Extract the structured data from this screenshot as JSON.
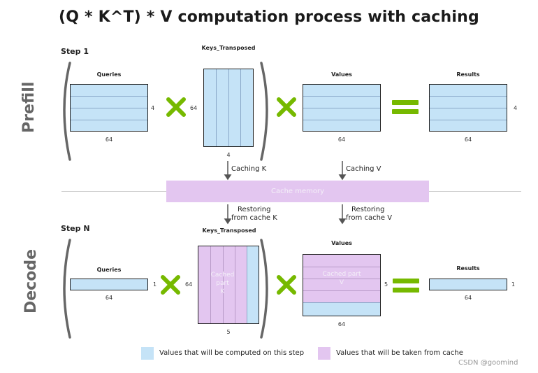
{
  "title": "(Q * K^T) * V computation process with caching",
  "prefill": {
    "phase": "Prefill",
    "step": "Step 1",
    "queries": {
      "label": "Queries",
      "rows": "4",
      "cols": "64"
    },
    "keys": {
      "label": "Keys_Transposed",
      "rows": "64",
      "cols": "4"
    },
    "values": {
      "label": "Values",
      "cols": "64"
    },
    "results": {
      "label": "Results",
      "rows": "4",
      "cols": "64"
    }
  },
  "cache": {
    "memory_label": "Cache memory",
    "caching_k": "Caching K",
    "caching_v": "Caching V",
    "restoring_k_line1": "Restoring",
    "restoring_k_line2": "from cache K",
    "restoring_v_line1": "Restoring",
    "restoring_v_line2": "from cache V"
  },
  "decode": {
    "phase": "Decode",
    "step": "Step N",
    "queries": {
      "label": "Queries",
      "rows": "1",
      "cols": "64"
    },
    "keys": {
      "label": "Keys_Transposed",
      "rows": "64",
      "cols": "5",
      "cached_line1": "Cached",
      "cached_line2": "part",
      "cached_line3": "K"
    },
    "values": {
      "label": "Values",
      "rows": "5",
      "cols": "64",
      "cached_line1": "Cached part",
      "cached_line2": "V"
    },
    "results": {
      "label": "Results",
      "rows": "1",
      "cols": "64"
    }
  },
  "legend": {
    "computed": "Values that will be computed on this step",
    "cached": "Values that will be taken from cache"
  },
  "colors": {
    "computed": "#c5e3f7",
    "cached": "#e3c6f0",
    "operator": "#76b900",
    "bracket": "#666666"
  },
  "watermark": "CSDN @goomind"
}
